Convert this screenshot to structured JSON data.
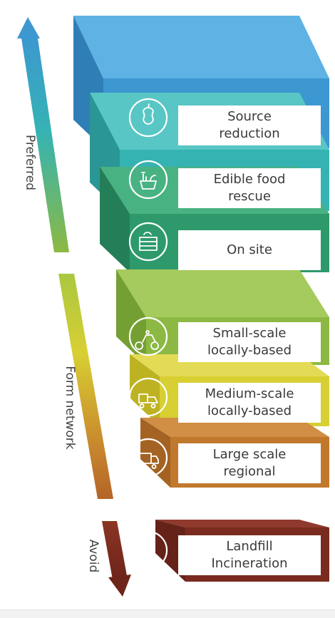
{
  "tiers": [
    {
      "id": "source-reduction",
      "label": "Source\nreduction",
      "icon": "apple-core-icon",
      "color": "#3d97d1",
      "top_color": "#5eb3e4",
      "side_color": "#2f7fb6"
    },
    {
      "id": "edible-food-rescue",
      "label": "Edible food\nrescue",
      "icon": "food-basket-icon",
      "color": "#35b3b3",
      "top_color": "#58c6c4",
      "side_color": "#2a9696"
    },
    {
      "id": "on-site",
      "label": "On site",
      "icon": "compost-bin-icon",
      "color": "#2e9a6c",
      "top_color": "#48b283",
      "side_color": "#247f58"
    },
    {
      "id": "small-scale",
      "label": "Small-scale\nlocally-based",
      "icon": "cargo-bike-icon",
      "color": "#8cb943",
      "top_color": "#a5ca5e",
      "side_color": "#74a033"
    },
    {
      "id": "medium-scale",
      "label": "Medium-scale\nlocally-based",
      "icon": "loader-truck-icon",
      "color": "#d8cf33",
      "top_color": "#e3db55",
      "side_color": "#bdb322"
    },
    {
      "id": "large-scale",
      "label": "Large scale\nregional",
      "icon": "garbage-truck-icon",
      "color": "#c0792c",
      "top_color": "#d08f44",
      "side_color": "#a46322"
    },
    {
      "id": "landfill",
      "label": "Landfill\nIncineration",
      "icon": "flame-icon",
      "color": "#7a2b20",
      "top_color": "#8f3a2d",
      "side_color": "#652219"
    }
  ],
  "axis": {
    "preferred": "Preferred",
    "form_network": "Form network",
    "avoid": "Avoid"
  },
  "colors": {
    "arrow_top": "#3d97d1",
    "arrow_mid_green": "#8cb943",
    "arrow_yellow": "#d8cf33",
    "arrow_brown": "#c0792c",
    "arrow_dark": "#7a2b20",
    "label_border": "#3d97d1"
  }
}
